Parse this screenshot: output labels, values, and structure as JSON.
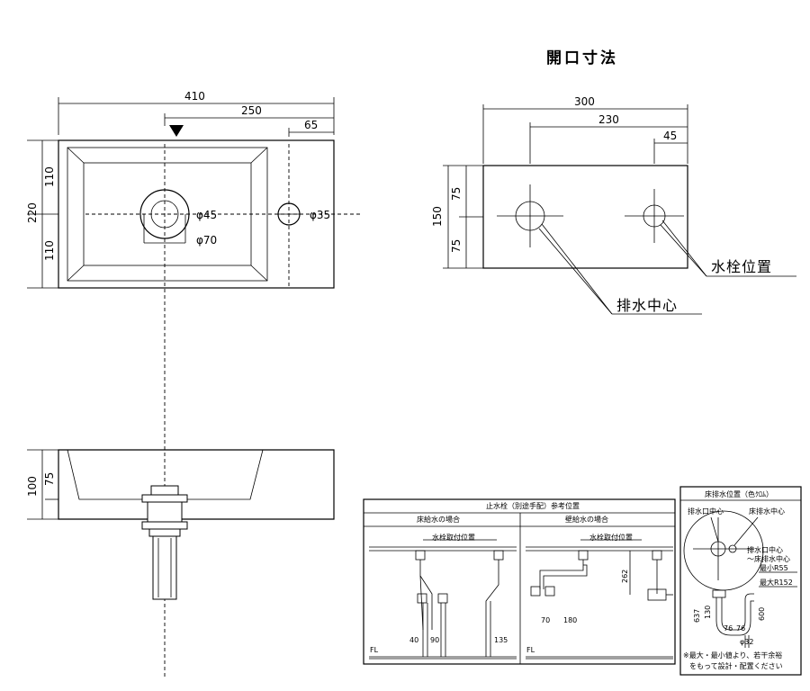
{
  "opening": {
    "title": "開口寸法",
    "dims": {
      "width": "300",
      "drain_offset": "230",
      "tap_offset": "45",
      "height": "150",
      "half_top": "75",
      "half_bottom": "75"
    },
    "callouts": {
      "tap": "水栓位置",
      "drain": "排水中心"
    }
  },
  "top_view": {
    "dims": {
      "overall_width": "410",
      "to_drain": "250",
      "to_tap": "65",
      "overall_depth": "220",
      "upper_half": "110",
      "lower_half": "110"
    },
    "drain_diameter": "φ45",
    "bowl_diameter": "φ70",
    "tap_diameter": "φ35"
  },
  "side_view": {
    "dims": {
      "overall_height": "100",
      "bowl_depth": "75"
    }
  },
  "stop_valve": {
    "title": "止水栓（別途手配）参考位置",
    "floor_case": {
      "title": "床給水の場合",
      "tap_mount": "水栓取付位置",
      "dims": [
        "40",
        "90",
        "135"
      ],
      "floor": "FL"
    },
    "wall_case": {
      "title": "壁給水の場合",
      "tap_mount": "水栓取付位置",
      "dims": [
        "70",
        "180",
        "262"
      ],
      "floor": "FL"
    }
  },
  "floor_drain": {
    "title": "床排水位置（色ｸﾛﾑ）",
    "drain_outlet_center": "排水口中心",
    "floor_drain_center": "床排水中心",
    "range_label": "排水口中心\n〜床排水中心",
    "min_radius": "最小R55",
    "max_radius": "最大R152",
    "dims": [
      "130",
      "637",
      "600",
      "76",
      "76",
      "φ32"
    ],
    "note_line1": "※最大・最小値より、若干余裕",
    "note_line2": "をもって設計・配置ください"
  }
}
